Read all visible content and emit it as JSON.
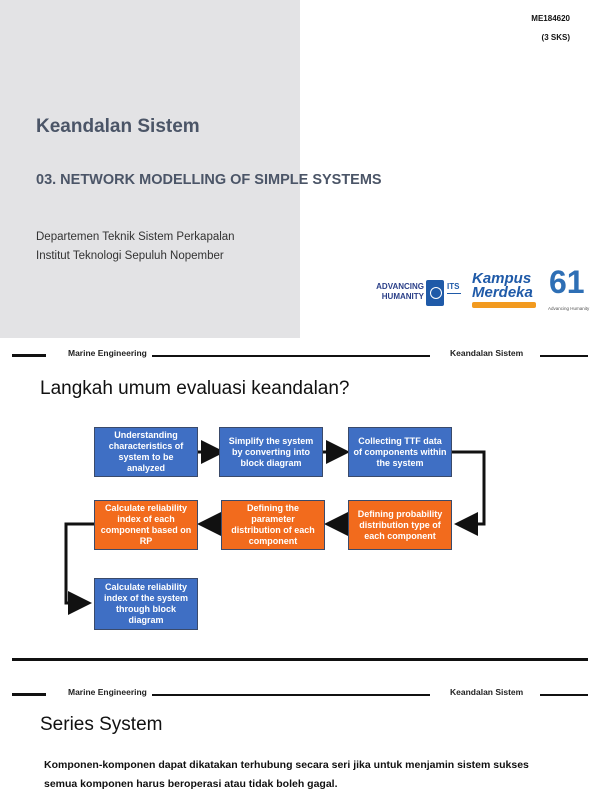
{
  "slide1": {
    "course_code": "ME184620",
    "credits": "(3 SKS)",
    "title": "Keandalan Sistem",
    "subtitle": "03. NETWORK MODELLING OF SIMPLE SYSTEMS",
    "department": "Departemen Teknik Sistem Perkapalan",
    "institute": "Institut Teknologi Sepuluh Nopember",
    "logos": {
      "advancing": "ADVANCING HUMANITY",
      "its": "ITS",
      "kampus": "Kampus",
      "merdeka": "Merdeka",
      "anniversary": "61",
      "anniversary_caption": "Advancing Humanity"
    }
  },
  "header": {
    "left": "Marine Engineering",
    "right": "Keandalan Sistem"
  },
  "slide2": {
    "heading": "Langkah umum evaluasi keandalan?",
    "steps": [
      {
        "label": "Understanding characteristics of system to be analyzed",
        "color": "#3f6fc4"
      },
      {
        "label": "Simplify the system by converting into block diagram",
        "color": "#3f6fc4"
      },
      {
        "label": "Collecting TTF data of components within the system",
        "color": "#3f6fc4"
      },
      {
        "label": "Defining probability distribution type of each component",
        "color": "#f26b1d"
      },
      {
        "label": "Defining the parameter distribution of each component",
        "color": "#f26b1d"
      },
      {
        "label": "Calculate reliability index of each component based on RP",
        "color": "#f26b1d"
      },
      {
        "label": "Calculate reliability index of the system through block diagram",
        "color": "#3f6fc4"
      }
    ]
  },
  "slide3": {
    "heading": "Series System",
    "text": "Komponen-komponen dapat dikatakan terhubung secara seri jika untuk menjamin sistem sukses semua komponen harus beroperasi atau tidak boleh gagal."
  }
}
